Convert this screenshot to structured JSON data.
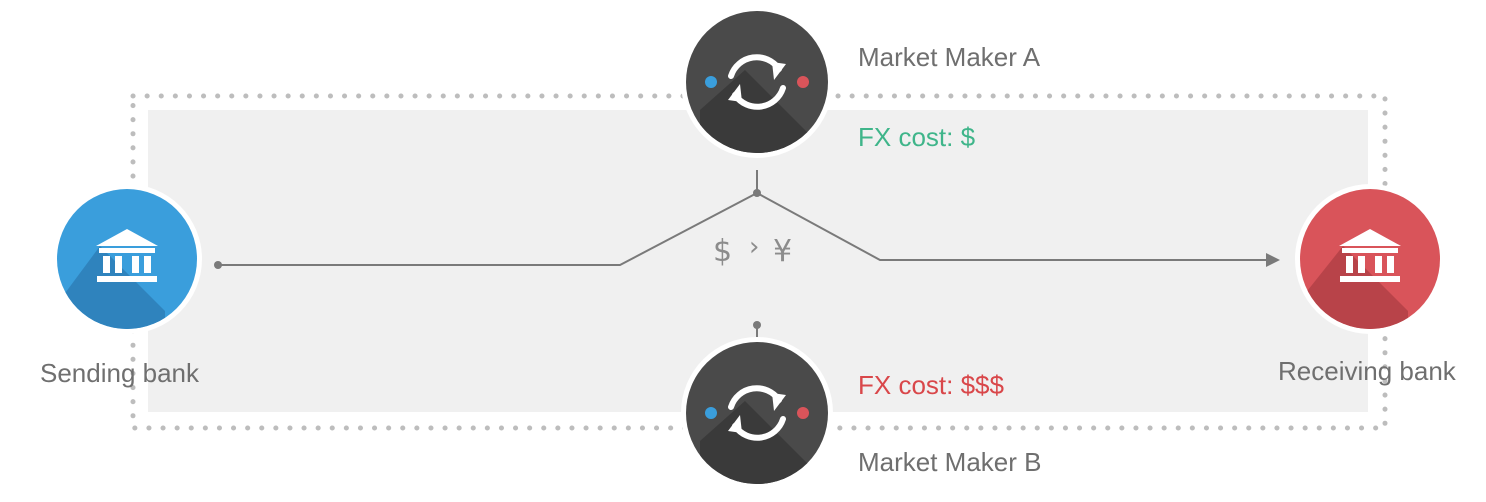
{
  "nodes": {
    "sending_bank": {
      "label": "Sending bank",
      "color": "#3a9edc",
      "icon": "bank-icon"
    },
    "receiving_bank": {
      "label": "Receiving bank",
      "color": "#d9545a",
      "icon": "bank-icon"
    },
    "market_maker_a": {
      "label": "Market Maker A",
      "fx_cost": "FX cost: $",
      "color": "#4a4a4a",
      "icon": "exchange-icon"
    },
    "market_maker_b": {
      "label": "Market Maker B",
      "fx_cost": "FX cost: $$$",
      "color": "#4a4a4a",
      "icon": "exchange-icon"
    }
  },
  "conversion": {
    "from": "$",
    "arrow": "›",
    "to": "¥"
  },
  "colors": {
    "cheap_cost": "#3fb58a",
    "expensive_cost": "#d9474a",
    "region_fill": "#f0f0f0",
    "line": "#7a7a7a"
  }
}
